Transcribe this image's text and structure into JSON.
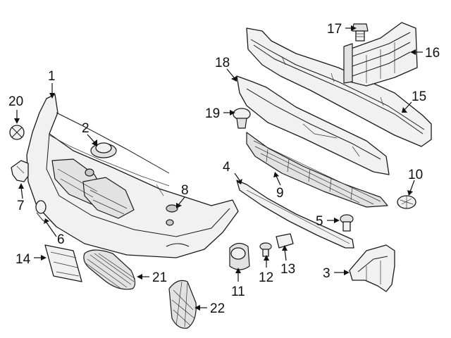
{
  "diagram": {
    "callouts": [
      {
        "id": "c1",
        "number": "1"
      },
      {
        "id": "c2",
        "number": "2"
      },
      {
        "id": "c3",
        "number": "3"
      },
      {
        "id": "c4",
        "number": "4"
      },
      {
        "id": "c5",
        "number": "5"
      },
      {
        "id": "c6",
        "number": "6"
      },
      {
        "id": "c7",
        "number": "7"
      },
      {
        "id": "c8",
        "number": "8"
      },
      {
        "id": "c9",
        "number": "9"
      },
      {
        "id": "c10",
        "number": "10"
      },
      {
        "id": "c11",
        "number": "11"
      },
      {
        "id": "c12",
        "number": "12"
      },
      {
        "id": "c13",
        "number": "13"
      },
      {
        "id": "c14",
        "number": "14"
      },
      {
        "id": "c15",
        "number": "15"
      },
      {
        "id": "c16",
        "number": "16"
      },
      {
        "id": "c17",
        "number": "17"
      },
      {
        "id": "c18",
        "number": "18"
      },
      {
        "id": "c19",
        "number": "19"
      },
      {
        "id": "c20",
        "number": "20"
      },
      {
        "id": "c21",
        "number": "21"
      },
      {
        "id": "c22",
        "number": "22"
      }
    ]
  }
}
